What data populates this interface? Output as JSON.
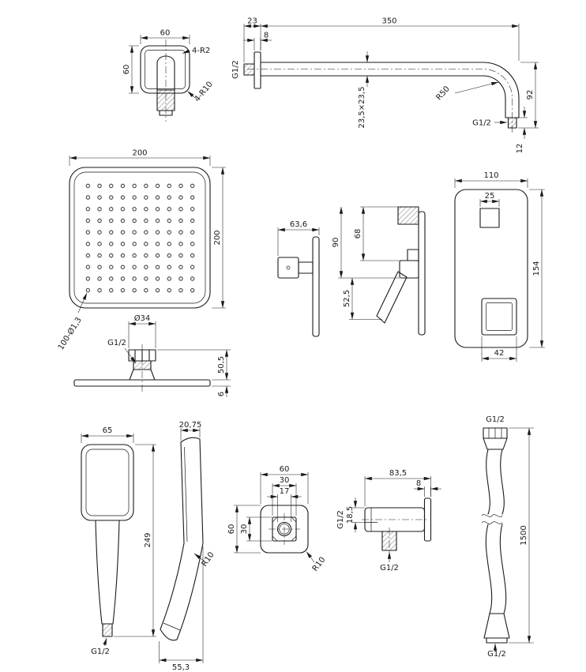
{
  "flange": {
    "width": "60",
    "height": "60",
    "inner_corners": "4-R2",
    "outer_corners": "4-R10"
  },
  "arm": {
    "wall_stub": "23",
    "length": "350",
    "plate_thickness": "8",
    "wall_thread": "G1/2",
    "cross_section": "23,5×23,5",
    "bend_radius": "R50",
    "drop": "92",
    "outlet_thread": "G1/2",
    "outlet_length": "12"
  },
  "head": {
    "width": "200",
    "depth": "200",
    "nozzle_count": "100-Ø1,3",
    "hub_diameter": "Ø34",
    "hub_thread": "G1/2",
    "overall_height": "50,5",
    "plate_thickness": "6"
  },
  "mixer": {
    "depth": "63,6",
    "dim_a": "68",
    "dim_b": "52,5",
    "dim_c": "90",
    "width": "110",
    "button_width": "25",
    "height": "154",
    "handle_width": "42"
  },
  "handshower": {
    "head_width": "65",
    "length": "249",
    "thread": "G1/2",
    "head_depth": "20,75",
    "handle_offset": "55,3",
    "radius": "R10"
  },
  "outlet": {
    "width": "60",
    "boss_width": "30",
    "bore": "17",
    "boss_height": "30",
    "height": "60",
    "corner_radius": "R10",
    "length": "83,5",
    "plate_thickness": "8",
    "offset": "18,5",
    "side_thread": "G1/2",
    "bottom_thread": "G1/2"
  },
  "hose": {
    "top_thread": "G1/2",
    "length": "1500",
    "bottom_thread": "G1/2"
  }
}
